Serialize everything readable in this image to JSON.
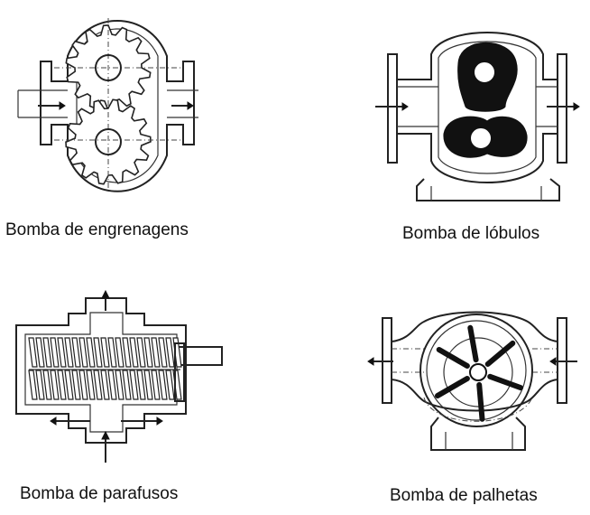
{
  "captions": {
    "gear": "Bomba de engrenagens",
    "lobe": "Bomba de lóbulos",
    "screw": "Bomba de parafusos",
    "vane": "Bomba de palhetas"
  },
  "icons": [
    "gear-pump-drawing",
    "lobe-pump-drawing",
    "screw-pump-drawing",
    "vane-pump-drawing"
  ]
}
